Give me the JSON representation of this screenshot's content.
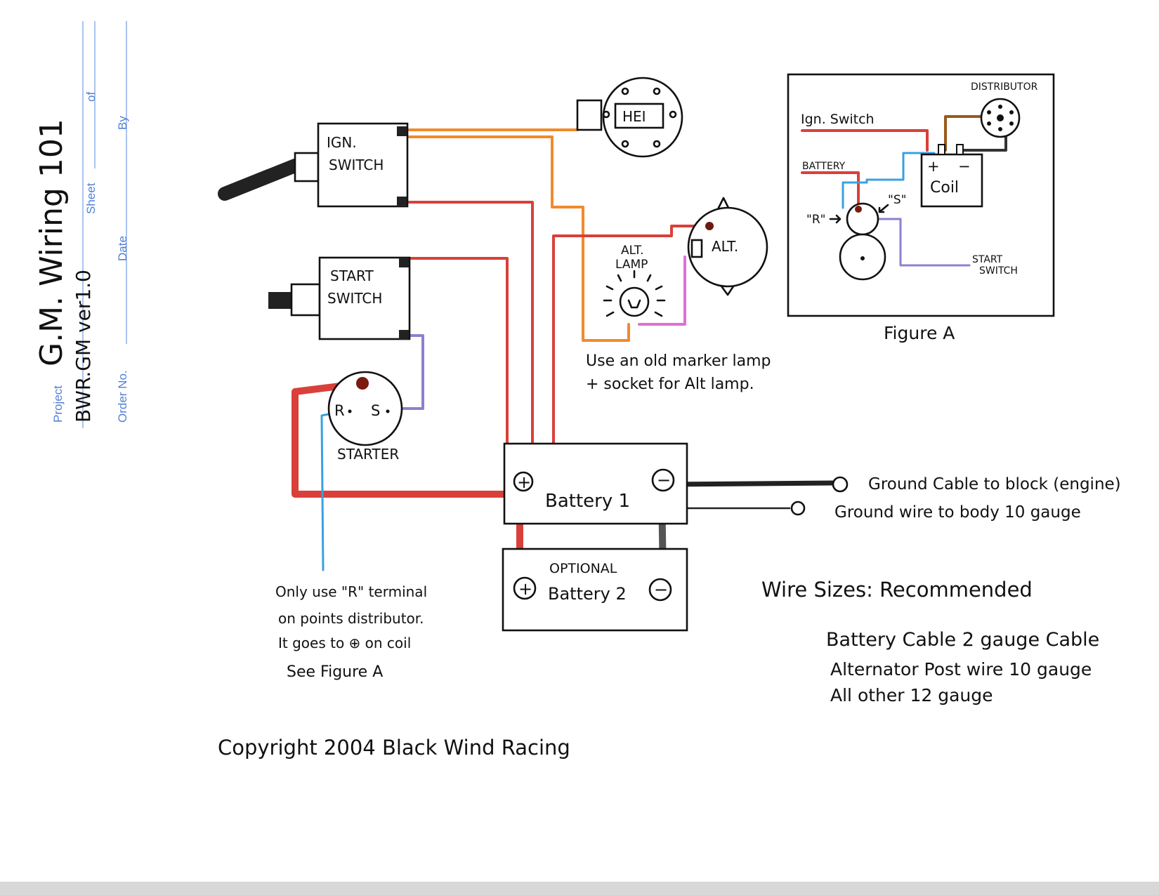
{
  "form_fields": {
    "project_label": "Project",
    "order_label": "Order No.",
    "date_label": "Date",
    "sheet_label": "Sheet",
    "of_label": "of",
    "by_label": "By",
    "project_value": "G.M. Wiring 101",
    "order_value": "BWR.GM ver1.0"
  },
  "components": {
    "ign_switch_line1": "IGN.",
    "ign_switch_line2": "SWITCH",
    "start_switch_line1": "START",
    "start_switch_line2": "SWITCH",
    "hei": "HEI",
    "alt": "ALT.",
    "alt_lamp_line1": "ALT.",
    "alt_lamp_line2": "LAMP",
    "starter": "STARTER",
    "starter_r": "R",
    "starter_s": "S",
    "battery1": "Battery 1",
    "optional": "OPTIONAL",
    "battery2": "Battery 2",
    "plus": "+",
    "minus": "−"
  },
  "notes": {
    "marker_lamp_line1": "Use an old marker lamp",
    "marker_lamp_line2": "+ socket for Alt lamp.",
    "ground_cable": "Ground Cable to block (engine)",
    "ground_wire": "Ground wire to body 10 gauge",
    "r_terminal_line1": "Only use \"R\" terminal",
    "r_terminal_line2": "on points distributor.",
    "r_terminal_line3": "It goes to ⊕ on coil",
    "r_terminal_line4": "See Figure A"
  },
  "wire_sizes": {
    "title": "Wire Sizes: Recommended",
    "battery_cable": "Battery Cable  2 gauge Cable",
    "alternator_post": "Alternator Post wire  10 gauge",
    "all_other": "All other 12 gauge"
  },
  "figure_a": {
    "caption": "Figure A",
    "distributor": "DISTRIBUTOR",
    "ign_switch": "Ign. Switch",
    "battery": "BATTERY",
    "coil": "Coil",
    "coil_plus": "+",
    "coil_minus": "−",
    "r_label": "\"R\"",
    "s_label": "\"S\"",
    "start_switch_line1": "START",
    "start_switch_line2": "SWITCH"
  },
  "copyright": "Copyright 2004   Black Wind Racing",
  "colors": {
    "red": "#d9403a",
    "orange": "#f08a2c",
    "purple": "#8f7fd0",
    "blue": "#3aa0e0",
    "pink": "#e070d0",
    "brown": "#9a5a1a",
    "black": "#222222",
    "form_blue": "#4f7fd6"
  }
}
